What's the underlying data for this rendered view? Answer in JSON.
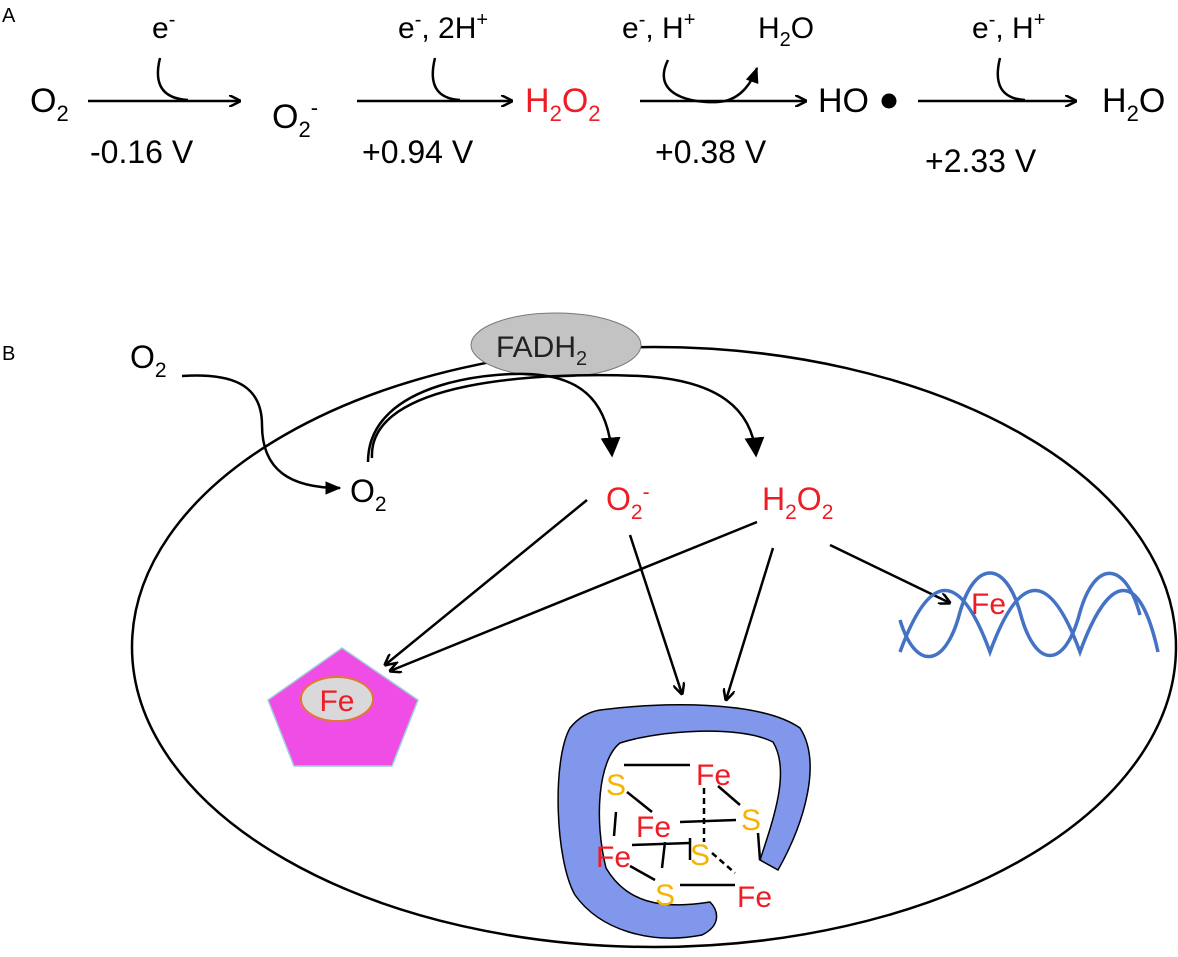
{
  "panel_a": {
    "label": "A",
    "species": {
      "o2": "O",
      "o2_sub": "2",
      "superoxide": "O",
      "superoxide_sub": "2",
      "superoxide_sup": "-",
      "h2o2_a": "H",
      "h2o2_sub1": "2",
      "h2o2_b": "O",
      "h2o2_sub2": "2",
      "hydroxyl": "HO",
      "water": "H",
      "water_sub": "2",
      "water_o": "O"
    },
    "steps": [
      {
        "reactant": "e",
        "reactant_sup": "-",
        "reactant_tail": "",
        "potential": "-0.16 V"
      },
      {
        "reactant": "e",
        "reactant_sup": "-",
        "reactant_tail": ", 2H",
        "reactant_tail_sup": "+",
        "potential": "+0.94 V"
      },
      {
        "reactant": "e",
        "reactant_sup": "-",
        "reactant_tail": ", H",
        "reactant_tail_sup": "+",
        "potential": "+0.38 V",
        "product": "H",
        "product_sub": "2",
        "product_tail": "O"
      },
      {
        "reactant": "e",
        "reactant_sup": "-",
        "reactant_tail": ", H",
        "reactant_tail_sup": "+",
        "potential": "+2.33 V"
      }
    ]
  },
  "panel_b": {
    "label": "B",
    "fadh2": "FADH",
    "fadh2_sub": "2",
    "o2_outside": "O",
    "o2_outside_sub": "2",
    "o2_inside": "O",
    "o2_inside_sub": "2",
    "superoxide": "O",
    "superoxide_sub": "2",
    "superoxide_sup": "-",
    "h2o2_a": "H",
    "h2o2_sub1": "2",
    "h2o2_b": "O",
    "h2o2_sub2": "2",
    "fe_pentagon": "Fe",
    "fe_dna": "Fe",
    "cluster": {
      "fe1": "Fe",
      "fe2": "Fe",
      "fe3": "Fe",
      "fe4": "Fe",
      "s1": "S",
      "s2": "S",
      "s3": "S",
      "s4": "S"
    }
  },
  "colors": {
    "ros_red": "#ee1c24",
    "sulfur_yellow": "#f5b400",
    "pentagon_magenta": "#f04de6",
    "protein_blue": "#8197ec",
    "dna_blue": "#4472c4",
    "fadh2_grey": "#c3c3c3"
  }
}
